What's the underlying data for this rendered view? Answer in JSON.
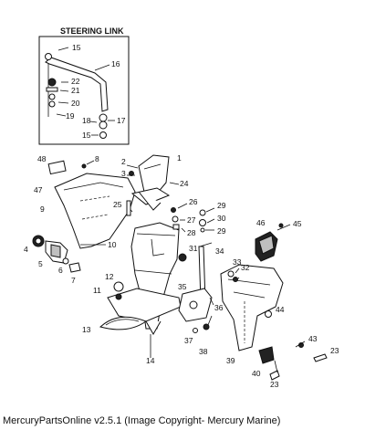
{
  "inset": {
    "title": "STEERING LINK"
  },
  "callouts": {
    "c1": "1",
    "c2": "2",
    "c3": "3",
    "c4": "4",
    "c5": "5",
    "c6": "6",
    "c7": "7",
    "c8": "8",
    "c9": "9",
    "c10": "10",
    "c11": "11",
    "c12": "12",
    "c13": "13",
    "c14": "14",
    "c15a": "15",
    "c15b": "15",
    "c16": "16",
    "c17": "17",
    "c18": "18",
    "c19": "19",
    "c20": "20",
    "c21": "21",
    "c22": "22",
    "c23a": "23",
    "c23b": "23",
    "c24": "24",
    "c25": "25",
    "c26": "26",
    "c27": "27",
    "c28": "28",
    "c29a": "29",
    "c29b": "29",
    "c30": "30",
    "c31": "31",
    "c32": "32",
    "c33": "33",
    "c34": "34",
    "c35": "35",
    "c36": "36",
    "c37": "37",
    "c38": "38",
    "c39": "39",
    "c40": "40",
    "c43": "43",
    "c44": "44",
    "c45": "45",
    "c46": "46",
    "c47": "47",
    "c48": "48"
  },
  "footer": {
    "text": "MercuryPartsOnline v2.5.1 (Image Copyright- Mercury Marine)"
  }
}
